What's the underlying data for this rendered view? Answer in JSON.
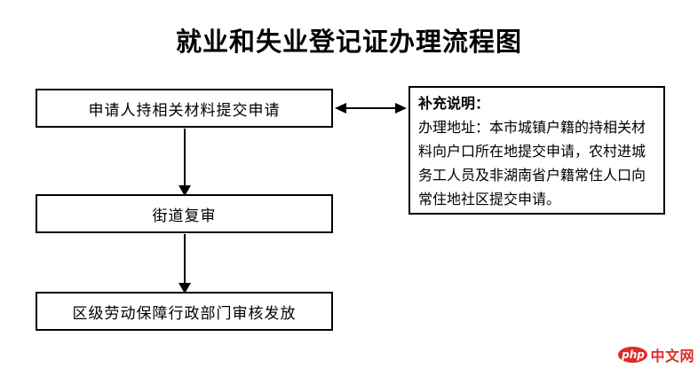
{
  "page": {
    "title": "就业和失业登记证办理流程图"
  },
  "flowchart": {
    "steps": [
      {
        "label": "申请人持相关材料提交申请"
      },
      {
        "label": "街道复审"
      },
      {
        "label": "区级劳动保障行政部门审核发放"
      }
    ],
    "note": {
      "heading": "补充说明：",
      "body": "办理地址：本市城镇户籍的持相关材料向户口所在地提交申请，农村进城务工人员及非湖南省户籍常住人口向常住地社区提交申请。"
    },
    "connectors": [
      {
        "name": "step1-to-step2",
        "type": "arrow-down"
      },
      {
        "name": "step2-to-step3",
        "type": "arrow-down"
      },
      {
        "name": "step1-to-note",
        "type": "arrow-double-horizontal"
      }
    ],
    "line_color": "#000000"
  },
  "watermark": {
    "logo_text": "php",
    "site_name": "中文网",
    "brand_color": "#dd2b26"
  }
}
